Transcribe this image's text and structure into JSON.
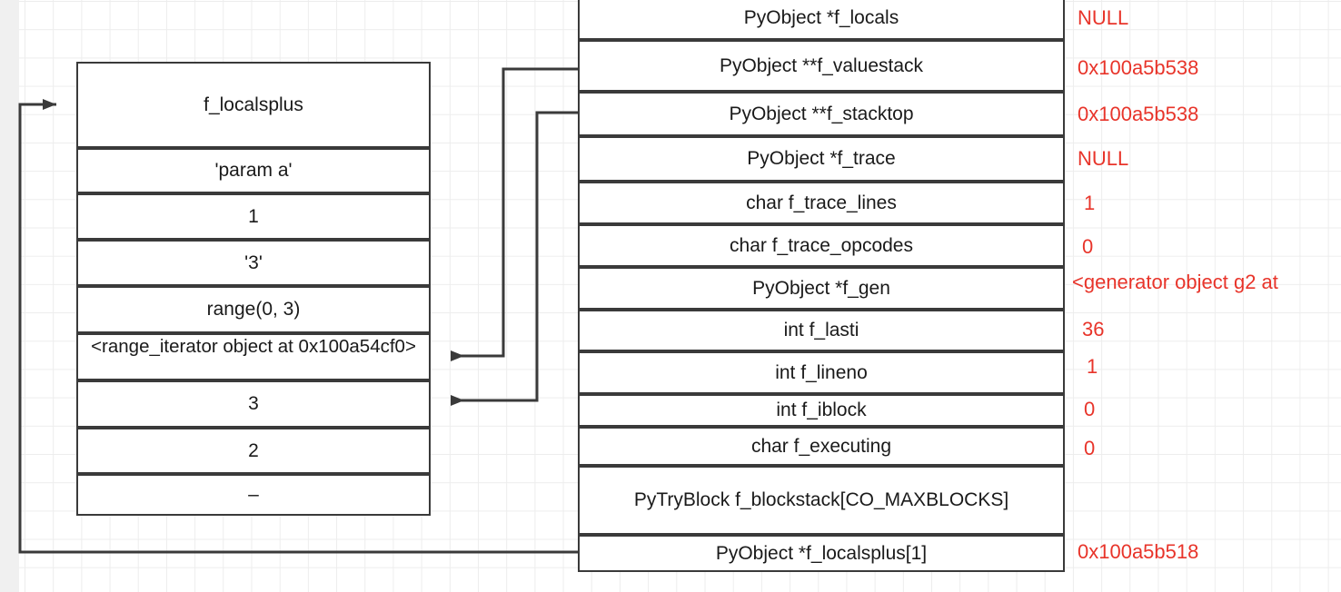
{
  "diagram": {
    "title": "CPython frame object layout",
    "colors": {
      "stroke": "#3a3a3a",
      "text": "#1a1a1a",
      "value_text": "#e8342a",
      "grid": "#ededed",
      "gutter": "#f0f0f0",
      "canvas": "#ffffff"
    }
  },
  "localsplus_box": {
    "header": "f_localsplus",
    "slots": [
      {
        "label": "'param a'"
      },
      {
        "label": "1"
      },
      {
        "label": "'3'"
      },
      {
        "label": "range(0, 3)"
      },
      {
        "label": "<range_iterator object at 0x100a54cf0>"
      },
      {
        "label": "3"
      },
      {
        "label": "2"
      },
      {
        "label": "–"
      }
    ]
  },
  "frame_struct": {
    "fields": [
      {
        "name": "PyObject *f_locals",
        "value": "NULL"
      },
      {
        "name": "PyObject **f_valuestack",
        "value": "0x100a5b538"
      },
      {
        "name": "PyObject **f_stacktop",
        "value": "0x100a5b538"
      },
      {
        "name": "PyObject *f_trace",
        "value": "NULL"
      },
      {
        "name": "char f_trace_lines",
        "value": "1"
      },
      {
        "name": "char f_trace_opcodes",
        "value": "0"
      },
      {
        "name": "PyObject *f_gen",
        "value": "<generator object g2 at"
      },
      {
        "name": "int f_lasti",
        "value": "36"
      },
      {
        "name": "int f_lineno",
        "value": "1"
      },
      {
        "name": "int f_iblock",
        "value": "0"
      },
      {
        "name": "char f_executing",
        "value": "0"
      },
      {
        "name": "PyTryBlock f_blockstack[CO_MAXBLOCKS]",
        "value": ""
      },
      {
        "name": "PyObject *f_localsplus[1]",
        "value": "0x100a5b518"
      }
    ]
  },
  "connectors": [
    {
      "name": "valuestack-to-range-iterator"
    },
    {
      "name": "stacktop-to-slot-3"
    },
    {
      "name": "localsplus-pointer-to-localsplus-box"
    }
  ]
}
